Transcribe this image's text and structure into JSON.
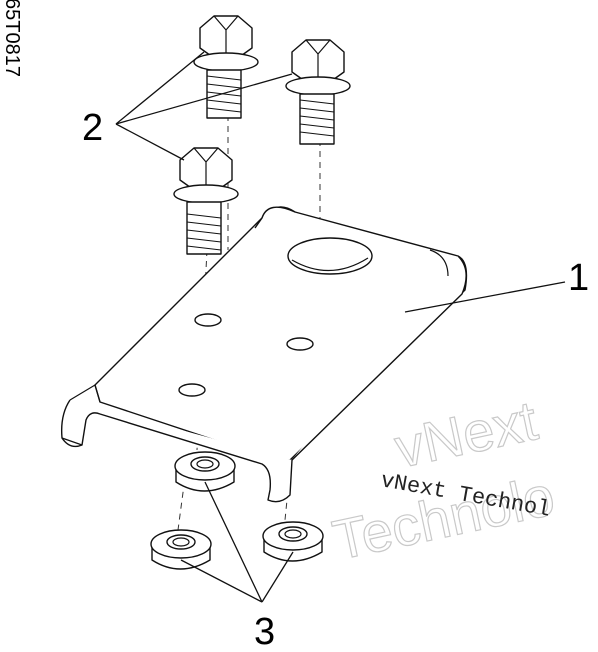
{
  "figure_id": "65T0817",
  "callouts": {
    "plate": "1",
    "bolts": "2",
    "nuts": "3"
  },
  "watermark": {
    "text_line": "vNext Technol",
    "outline_line1": "vNext",
    "outline_line2": "Technolo"
  }
}
